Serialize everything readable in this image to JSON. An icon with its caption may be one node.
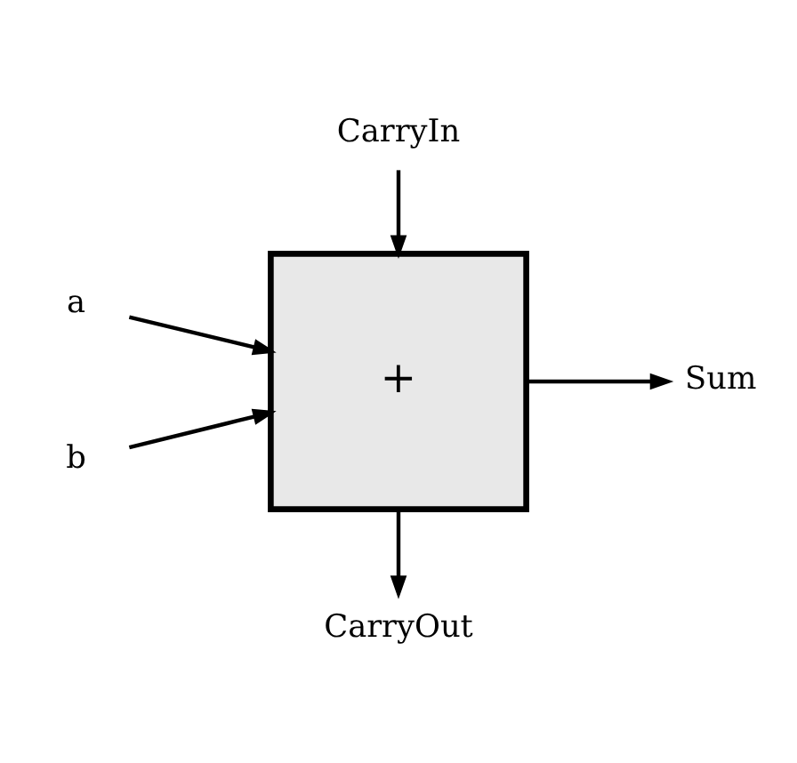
{
  "diagram": {
    "nodes": [
      {
        "text": [
          "CarryIn"
        ]
      },
      {
        "text": [
          "a"
        ]
      },
      {
        "text": [
          "+"
        ]
      },
      {
        "text": [
          "Sum"
        ]
      },
      {
        "text": [
          "b"
        ]
      },
      {
        "text": [
          "CarryOut"
        ]
      }
    ],
    "edges": [
      {
        "from": 0,
        "to": 2,
        "arrow": "to"
      },
      {
        "from": 1,
        "to": 2,
        "arrow": "to"
      },
      {
        "from": 4,
        "to": 2,
        "arrow": "to"
      },
      {
        "from": 2,
        "to": 3,
        "arrow": "to"
      },
      {
        "from": 2,
        "to": 5,
        "arrow": "to"
      }
    ]
  }
}
